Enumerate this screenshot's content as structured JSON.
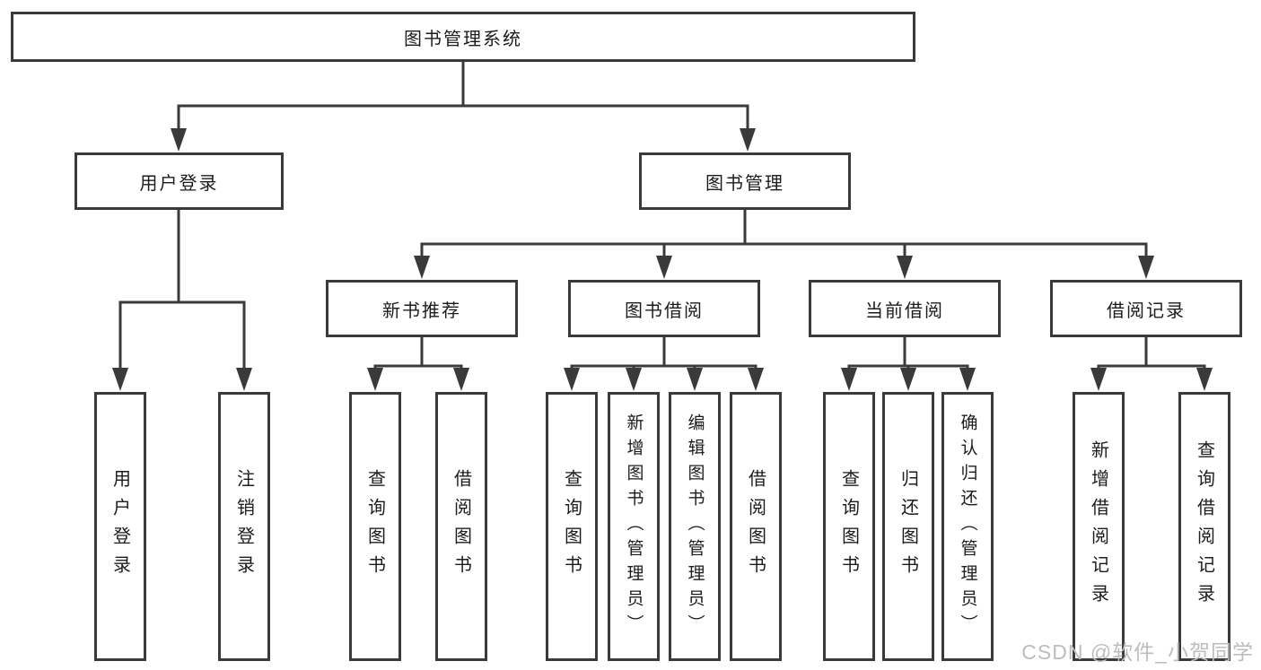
{
  "tree": {
    "label": "图书管理系统",
    "children": [
      {
        "label": "用户登录",
        "children": [
          {
            "label": "用户登录"
          },
          {
            "label": "注销登录"
          }
        ]
      },
      {
        "label": "图书管理",
        "children": [
          {
            "label": "新书推荐",
            "children": [
              {
                "label": "查询图书"
              },
              {
                "label": "借阅图书"
              }
            ]
          },
          {
            "label": "图书借阅",
            "children": [
              {
                "label": "查询图书"
              },
              {
                "label": "新增图书（管理员）"
              },
              {
                "label": "编辑图书（管理员）"
              },
              {
                "label": "借阅图书"
              }
            ]
          },
          {
            "label": "当前借阅",
            "children": [
              {
                "label": "查询图书"
              },
              {
                "label": "归还图书"
              },
              {
                "label": "确认归还（管理员）"
              }
            ]
          },
          {
            "label": "借阅记录",
            "children": [
              {
                "label": "新增借阅记录"
              },
              {
                "label": "查询借阅记录"
              }
            ]
          }
        ]
      }
    ]
  },
  "watermark": "CSDN @软件_小贺同学",
  "colors": {
    "line": "#3a3a3a",
    "text": "#1c1c1c",
    "watermark": "#bdbdbd",
    "background": "#ffffff"
  }
}
